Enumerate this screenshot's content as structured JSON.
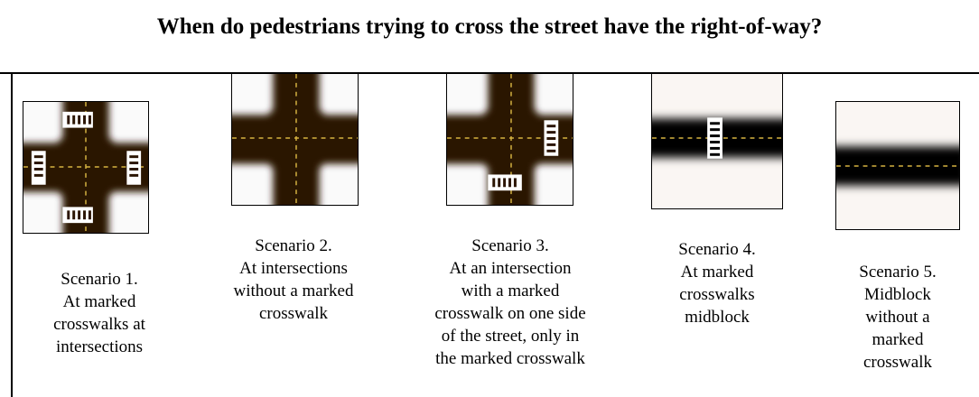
{
  "title": "When do pedestrians trying to cross the street have the right-of-way?",
  "colors": {
    "road": "#2b1503",
    "road_shadow": "#d8d8d8",
    "lane_line": "#d6b341",
    "crosswalk": "#ffffff",
    "border": "#000000"
  },
  "scenarios": [
    {
      "heading": "Scenario 1.",
      "caption_lines": [
        "At marked",
        "crosswalks at",
        "intersections"
      ],
      "image": "intersection-with-four-marked-crosswalks"
    },
    {
      "heading": "Scenario 2.",
      "caption_lines": [
        "At intersections",
        "without a marked",
        "crosswalk"
      ],
      "image": "intersection-without-crosswalks"
    },
    {
      "heading": "Scenario 3.",
      "caption_lines": [
        "At an intersection",
        "with a marked",
        "crosswalk on one side",
        "of the street, only in",
        "the marked crosswalk"
      ],
      "image": "intersection-with-two-crosswalks"
    },
    {
      "heading": "Scenario 4.",
      "caption_lines": [
        "At marked",
        "crosswalks",
        "midblock"
      ],
      "image": "midblock-road-with-crosswalk"
    },
    {
      "heading": "Scenario 5.",
      "caption_lines": [
        "Midblock",
        "without a",
        "marked",
        "crosswalk"
      ],
      "image": "midblock-road-without-crosswalk"
    }
  ]
}
